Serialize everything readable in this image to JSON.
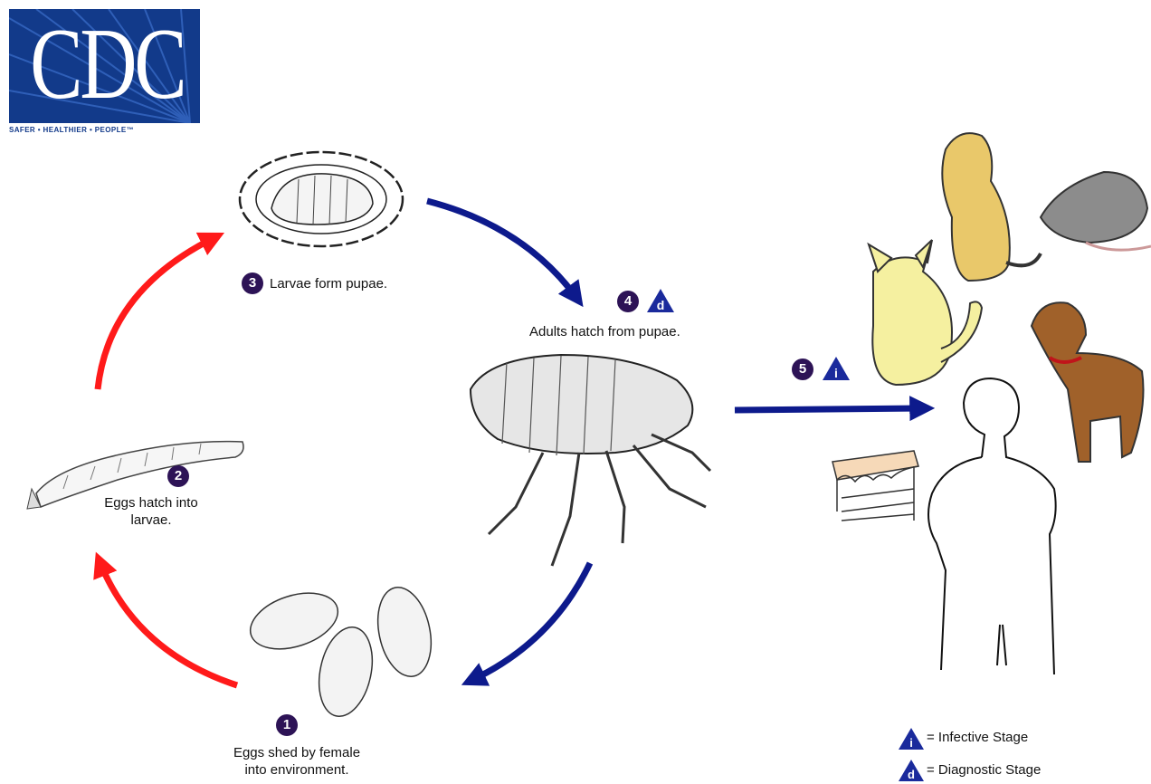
{
  "logo": {
    "text": "CDC",
    "tagline": "SAFER • HEALTHIER • PEOPLE™"
  },
  "stages": [
    {
      "number": "1",
      "text_lines": [
        "Eggs shed by female",
        "into environment."
      ]
    },
    {
      "number": "2",
      "text_lines": [
        "Eggs hatch into",
        "larvae."
      ]
    },
    {
      "number": "3",
      "text_lines": [
        "Larvae form pupae."
      ]
    },
    {
      "number": "4",
      "marker": "d",
      "text_lines": [
        "Adults hatch from pupae."
      ]
    },
    {
      "number": "5",
      "marker": "i"
    }
  ],
  "legend": [
    {
      "marker": "i",
      "text": "= Infective Stage"
    },
    {
      "marker": "d",
      "text": "= Diagnostic Stage"
    }
  ],
  "colors": {
    "red_arrow": "#ff1a1a",
    "blue_arrow": "#0d1a8c",
    "stage_circle": "#2d1356",
    "marker_triangle": "#1a2a9c",
    "cdc_blue": "#123a8a"
  }
}
